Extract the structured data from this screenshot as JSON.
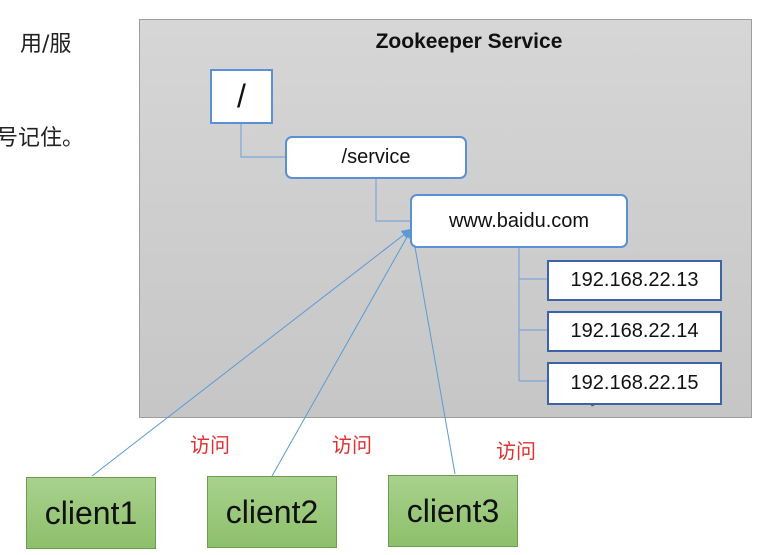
{
  "left_text": {
    "line1": "用/服",
    "line2": "号记住。"
  },
  "diagram": {
    "title": "Zookeeper Service",
    "root": "/",
    "service": "/service",
    "domain": "www.baidu.com",
    "ips": [
      "192.168.22.13",
      "192.168.22.14",
      "192.168.22.15"
    ],
    "clients": [
      "client1",
      "client2",
      "client3"
    ],
    "access_label": "访问"
  },
  "colors": {
    "panel": "#cfcfcf",
    "node_border": "#5b8fd6",
    "client_fill": "#9bc87a",
    "access_text": "#e03030",
    "arrow": "#5b9bd5"
  }
}
